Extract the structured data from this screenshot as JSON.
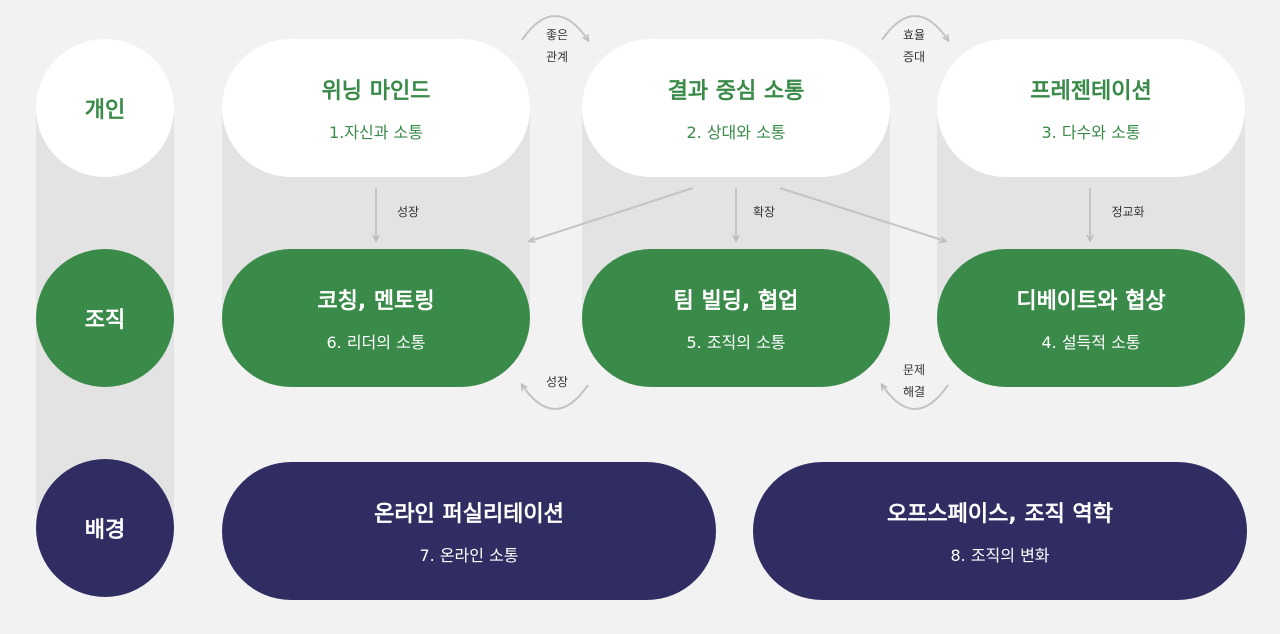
{
  "rows": {
    "personal": "개인",
    "organization": "조직",
    "background": "배경"
  },
  "cards": {
    "winning": {
      "title": "위닝 마인드",
      "sub": "1.자신과 소통"
    },
    "result": {
      "title": "결과 중심 소통",
      "sub": "2. 상대와 소통"
    },
    "present": {
      "title": "프레젠테이션",
      "sub": "3. 다수와 소통"
    },
    "coaching": {
      "title": "코칭, 멘토링",
      "sub": "6. 리더의 소통"
    },
    "team": {
      "title": "팀 빌딩, 협업",
      "sub": "5. 조직의 소통"
    },
    "debate": {
      "title": "디베이트와 협상",
      "sub": "4. 설득적 소통"
    },
    "online": {
      "title": "온라인 퍼실리테이션",
      "sub": "7. 온라인 소통"
    },
    "openspace": {
      "title": "오프스페이스, 조직 역학",
      "sub": "8. 조직의 변화"
    }
  },
  "labels": {
    "good_relation_1": "좋은",
    "good_relation_2": "관계",
    "efficiency_1": "효율",
    "efficiency_2": "증대",
    "growth_top": "성장",
    "expand": "확장",
    "refine": "정교화",
    "growth_bottom": "성장",
    "problem_1": "문제",
    "problem_2": "해결"
  },
  "colors": {
    "green": "#3a8a4a",
    "navy": "#302d62",
    "white": "#ffffff",
    "column": "#e3e3e3",
    "background": "#f2f2f2"
  }
}
